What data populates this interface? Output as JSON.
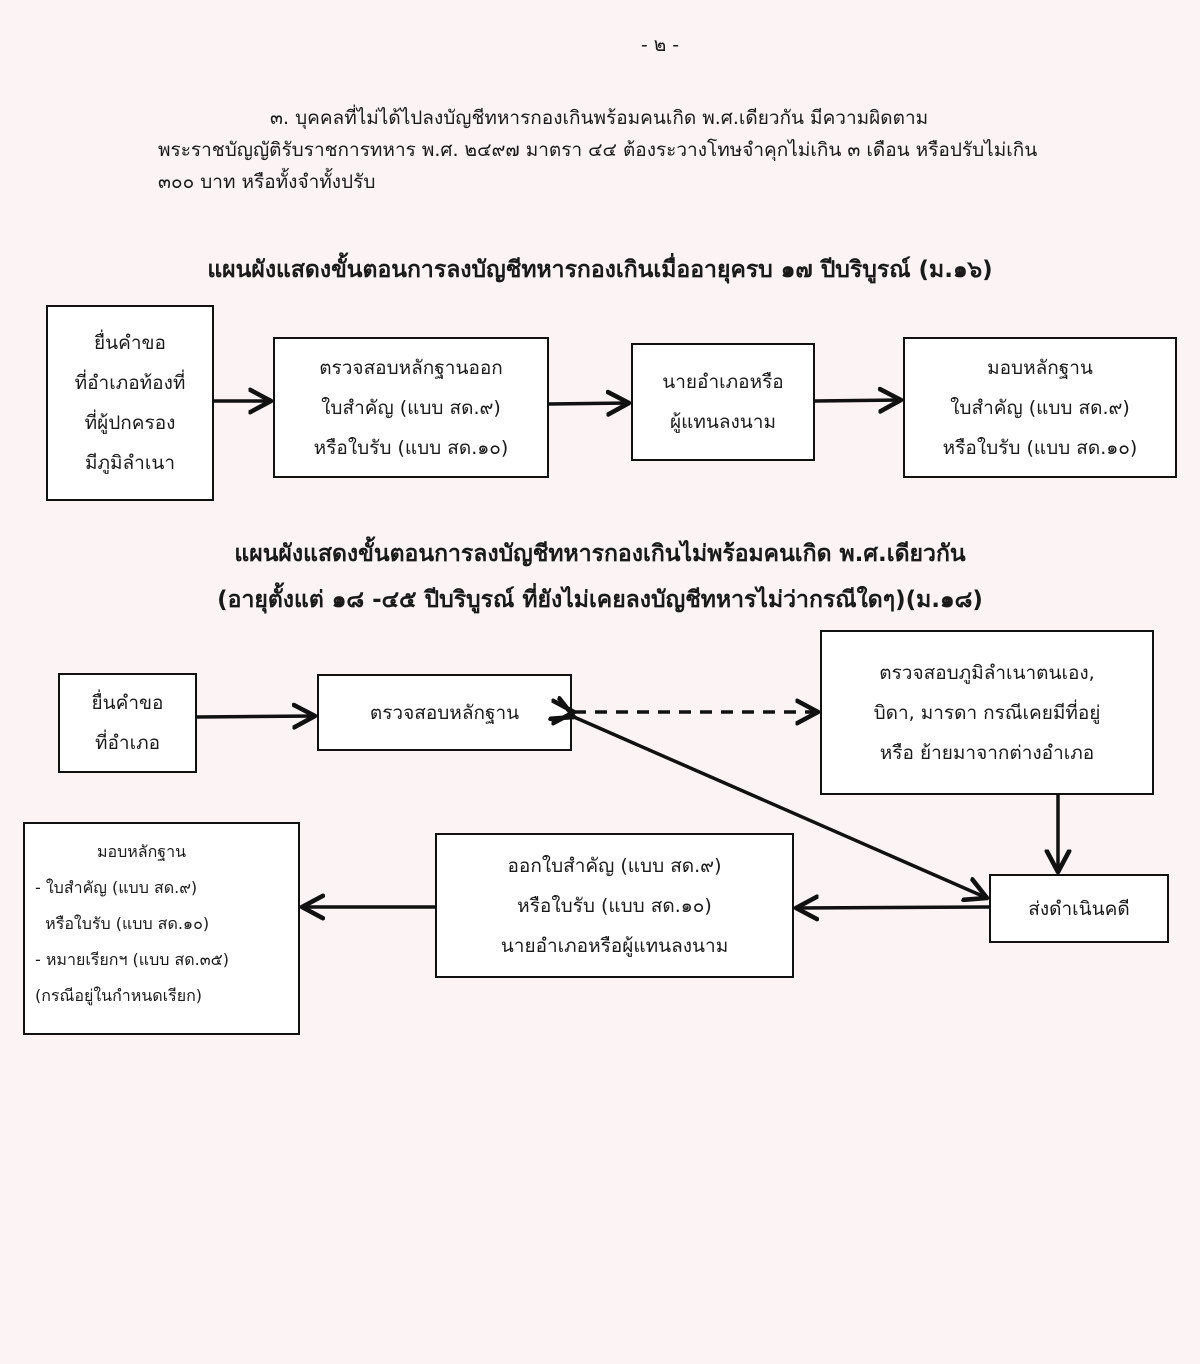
{
  "page_number": "- ๒ -",
  "paragraph": {
    "line1": "๓. บุคคลที่ไม่ได้ไปลงบัญชีทหารกองเกินพร้อมคนเกิด พ.ศ.เดียวกัน มีความผิดตาม",
    "line2": "พระราชบัญญัติรับราชการทหาร   พ.ศ. ๒๔๙๗ มาตรา ๔๔ ต้องระวางโทษจำคุกไม่เกิน ๓ เดือน หรือปรับไม่เกิน",
    "line3": "๓๐๐ บาท หรือทั้งจำทั้งปรับ"
  },
  "chart1": {
    "title": "แผนผังแสดงขั้นตอนการลงบัญชีทหารกองเกินเมื่ออายุครบ ๑๗ ปีบริบูรณ์ (ม.๑๖)",
    "box1": "ยื่นคำขอ\nที่อำเภอท้องที่\nที่ผู้ปกครอง\nมีภูมิลำเนา",
    "box2": "ตรวจสอบหลักฐานออก\nใบสำคัญ (แบบ สด.๙)\nหรือใบรับ (แบบ สด.๑๐)",
    "box3": "นายอำเภอหรือ\nผู้แทนลงนาม",
    "box4": "มอบหลักฐาน\nใบสำคัญ (แบบ สด.๙)\nหรือใบรับ (แบบ สด.๑๐)"
  },
  "chart2": {
    "title_line1": "แผนผังแสดงขั้นตอนการลงบัญชีทหารกองเกินไม่พร้อมคนเกิด พ.ศ.เดียวกัน",
    "title_line2": "(อายุตั้งแต่ ๑๘ -๔๕ ปีบริบูรณ์ ที่ยังไม่เคยลงบัญชีทหารไม่ว่ากรณีใดๆ)(ม.๑๘)",
    "box_submit": "ยื่นคำขอ\nที่อำเภอ",
    "box_check": "ตรวจสอบหลักฐาน",
    "box_domicile": "ตรวจสอบภูมิลำเนาตนเอง,\nบิดา, มารดา กรณีเคยมีที่อยู่\nหรือ ย้ายมาจากต่างอำเภอ",
    "box_prosecute": "ส่งดำเนินคดี",
    "box_issue": "ออกใบสำคัญ (แบบ สด.๙)\nหรือใบรับ (แบบ สด.๑๐)\nนายอำเภอหรือผู้แทนลงนาม",
    "box_deliver": {
      "title": "มอบหลักฐาน",
      "line1": "- ใบสำคัญ (แบบ สด.๙)",
      "line2": "  หรือใบรับ (แบบ สด.๑๐)",
      "line3": "- หมายเรียกฯ (แบบ สด.๓๕)",
      "line4": "(กรณีอยู่ในกำหนดเรียก)"
    }
  }
}
